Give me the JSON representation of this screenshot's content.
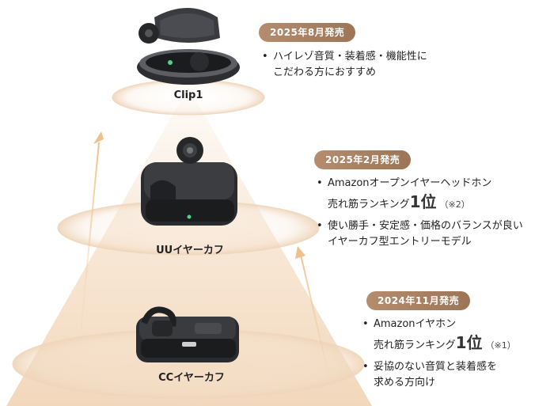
{
  "products": [
    {
      "name": "Clip1",
      "release": "2025年8月発売",
      "points": [
        {
          "lines": [
            "ハイレゾ音質・装着感・機能性に",
            "こだわる方におすすめ"
          ]
        }
      ]
    },
    {
      "name": "UUイヤーカフ",
      "release": "2025年2月発売",
      "points": [
        {
          "pre": "Amazonオープンイヤーヘッドホン",
          "mid": "売れ筋ランキング",
          "big": "1位",
          "note": "（※2）"
        },
        {
          "lines": [
            "使い勝手・安定感・価格のバランスが良い",
            "イヤーカフ型エントリーモデル"
          ]
        }
      ]
    },
    {
      "name": "CCイヤーカフ",
      "release": "2024年11月発売",
      "points": [
        {
          "pre": "Amazonイヤホン",
          "mid": "売れ筋ランキング",
          "big": "1位",
          "note": "（※1）"
        },
        {
          "lines": [
            "妥協のない音質と装着感を",
            "求める方向け"
          ]
        }
      ]
    }
  ],
  "bullet": "•",
  "colors": {
    "badge": "#a98063",
    "beam": "#f3dcc4",
    "arrow": "#f1c99a"
  }
}
